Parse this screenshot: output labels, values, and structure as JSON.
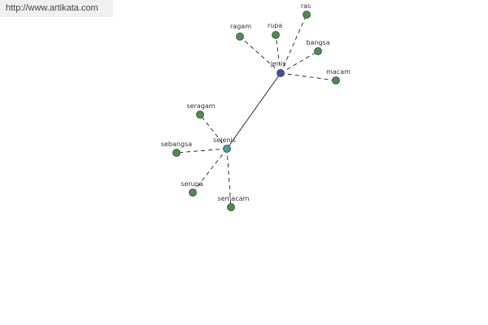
{
  "watermark": {
    "text": "http://www.artikata.com",
    "color": "#444444"
  },
  "graph": {
    "colors": {
      "leaf_node": "#4f8b4f",
      "hub_node": "#3d4fa8",
      "secondary_hub_node": "#4b9ba6",
      "edge": "#000000",
      "label": "#333333",
      "node_stroke": "#2e4f2e"
    },
    "nodes": [
      {
        "id": "jenis",
        "label": "jenis",
        "kind": "hub"
      },
      {
        "id": "sejenis",
        "label": "sejenis",
        "kind": "secondary"
      },
      {
        "id": "ras",
        "label": "ras",
        "kind": "leaf"
      },
      {
        "id": "ragam",
        "label": "ragam",
        "kind": "leaf"
      },
      {
        "id": "rupa",
        "label": "rupa",
        "kind": "leaf"
      },
      {
        "id": "bangsa",
        "label": "bangsa",
        "kind": "leaf"
      },
      {
        "id": "macam",
        "label": "macam",
        "kind": "leaf"
      },
      {
        "id": "seragam",
        "label": "seragam",
        "kind": "leaf"
      },
      {
        "id": "sebangsa",
        "label": "sebangsa",
        "kind": "leaf"
      },
      {
        "id": "serupa",
        "label": "serupa",
        "kind": "leaf"
      },
      {
        "id": "semacam",
        "label": "semacam",
        "kind": "leaf"
      }
    ],
    "edges": [
      {
        "from": "jenis",
        "to": "sejenis",
        "style": "solid"
      },
      {
        "from": "jenis",
        "to": "ras",
        "style": "dashed"
      },
      {
        "from": "jenis",
        "to": "ragam",
        "style": "dashed"
      },
      {
        "from": "jenis",
        "to": "rupa",
        "style": "dashed"
      },
      {
        "from": "jenis",
        "to": "bangsa",
        "style": "dashed"
      },
      {
        "from": "jenis",
        "to": "macam",
        "style": "dashed"
      },
      {
        "from": "sejenis",
        "to": "seragam",
        "style": "dashed"
      },
      {
        "from": "sejenis",
        "to": "sebangsa",
        "style": "dashed"
      },
      {
        "from": "sejenis",
        "to": "serupa",
        "style": "dashed"
      },
      {
        "from": "sejenis",
        "to": "semacam",
        "style": "dashed"
      }
    ]
  }
}
